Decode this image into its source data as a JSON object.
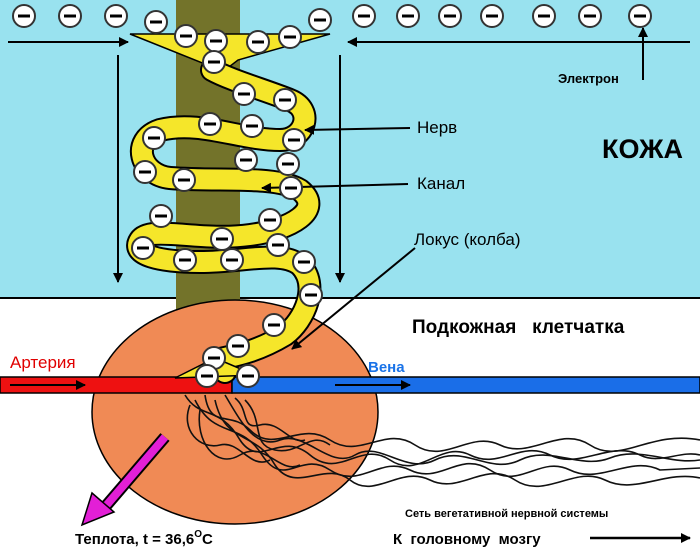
{
  "labels": {
    "electron": "Электрон",
    "nerve": "Нерв",
    "channel": "Канал",
    "locus": "Локус (колба)",
    "skin": "КОЖА",
    "subcutaneous": "Подкожная   клетчатка",
    "artery": "Артерия",
    "vein": "Вена",
    "heat": "Теплота, t = 36,6",
    "heat_unit_sup": "O",
    "heat_unit": "C",
    "network": "Сеть вегетативной нервной системы",
    "to_brain": "К  головному  мозгу"
  },
  "colors": {
    "skin": "#99e2ef",
    "subcutaneous": "#ffffff",
    "nerve": "#73732a",
    "channel": "#f5e62a",
    "locus": "#f08a55",
    "artery": "#ee1111",
    "vein": "#1a6ee8",
    "heat_arrow": "#e21fd6",
    "electron": "#ffffff"
  },
  "icons": {
    "electron": "minus-circle-icon"
  }
}
